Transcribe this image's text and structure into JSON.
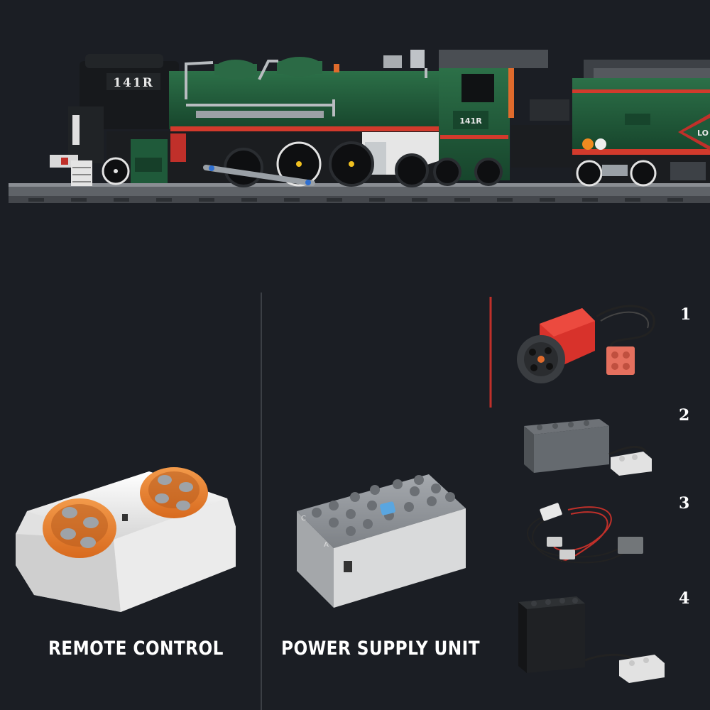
{
  "locomotive": {
    "number_plate": "141R",
    "cab_number": "141R",
    "tender_text": "LO"
  },
  "labels": {
    "remote_control": "REMOTE CONTROL",
    "power_supply_unit": "POWER SUPPLY UNIT"
  },
  "component_numbers": [
    "1",
    "2",
    "3",
    "4"
  ],
  "power_box_letters": {
    "c": "C",
    "a": "A"
  },
  "colors": {
    "background": "#1b1e24",
    "loco_green": "#1f5a3a",
    "loco_black": "#17191c",
    "red_stripe": "#d23a2c",
    "motor_red": "#d8322b",
    "remote_orange": "#e87a2c",
    "remote_white": "#f1f1f1",
    "power_box_grey": "#8f949a",
    "divider_red": "#c0302a"
  }
}
